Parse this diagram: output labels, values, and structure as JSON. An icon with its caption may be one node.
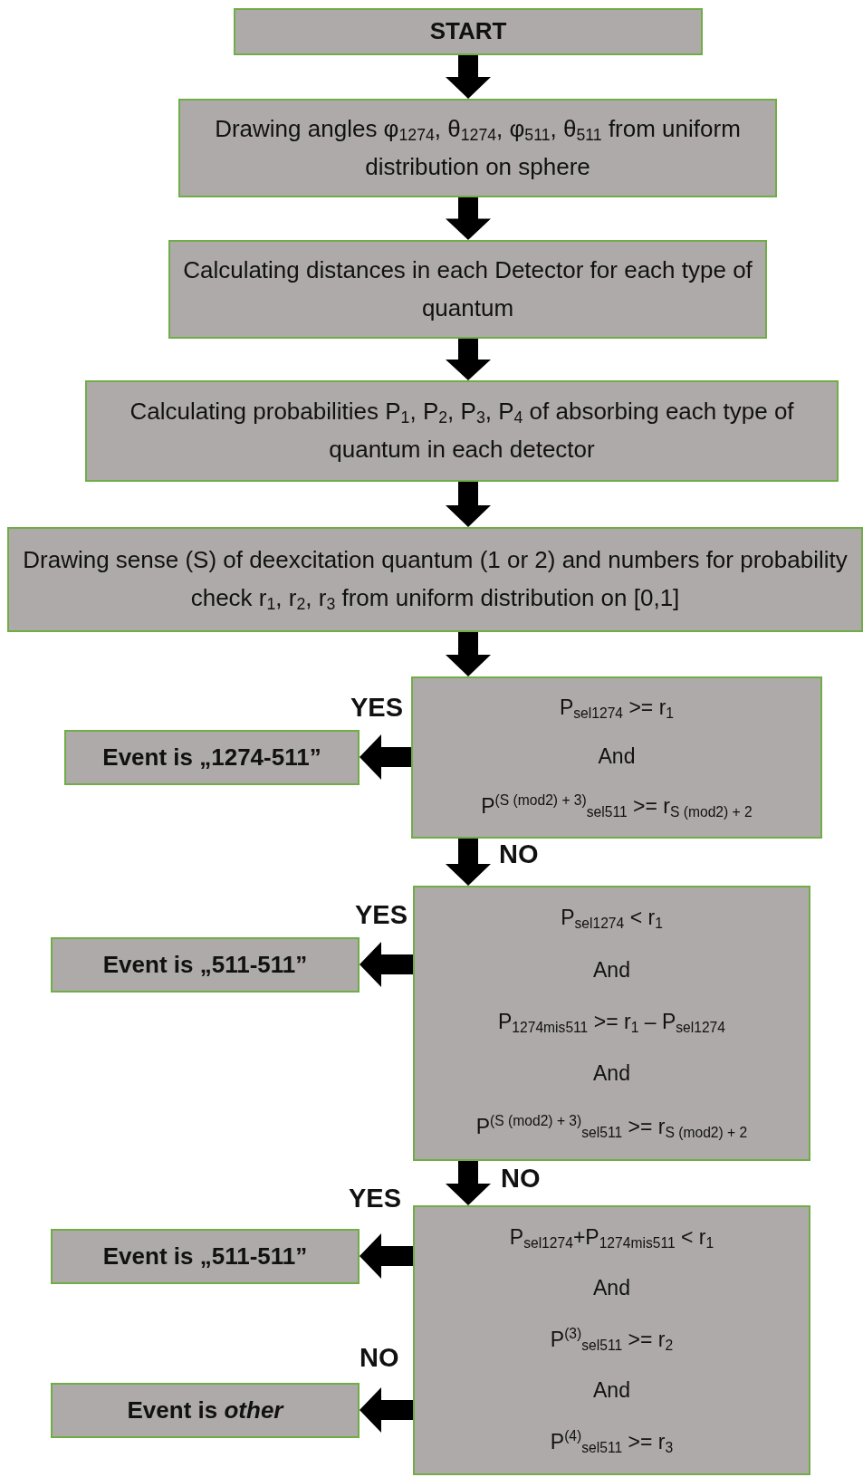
{
  "diagram": {
    "nodes": [
      {
        "text": [
          "START"
        ]
      },
      {
        "text": [
          "Drawing angles φ$_{1274}$, θ$_{1274}$, φ$_{511}$, θ$_{511}$ from uniform distribution on sphere"
        ]
      },
      {
        "text": [
          "Calculating distances in each Detector for each type of quantum"
        ]
      },
      {
        "text": [
          "Calculating probabilities P$_{1}$, P$_{2}$, P$_{3}$, P$_{4}$ of absorbing each type of quantum in each detector"
        ]
      },
      {
        "text": [
          "Drawing sense (S) of deexcitation quantum (1 or 2) and numbers for probability check r$_{1}$, r$_{2}$, r$_{3}$ from uniform distribution on [0,1]"
        ]
      },
      {
        "text": [
          "P$_{sel1274}$ >= r$_{1}$",
          "And",
          "P$^{(S (mod2) + 3)}$$_{sel511}$ >= r$_{S (mod2) + 2}$"
        ]
      },
      {
        "text": [
          "Event is „1274-511”"
        ]
      },
      {
        "text": [
          "P$_{sel1274}$ < r$_{1}$",
          "And",
          "P$_{1274mis511}$ >= r$_{1}$ – P$_{sel1274}$",
          "And",
          "P$^{(S (mod2) + 3)}$$_{sel511}$ >= r$_{S (mod2) + 2}$"
        ]
      },
      {
        "text": [
          "Event is „511-511”"
        ]
      },
      {
        "text": [
          "P$_{sel1274}$+P$_{1274mis511}$ < r$_{1}$",
          "And",
          "P$^{(3)}$$_{sel511}$ >= r$_{2}$",
          "And",
          "P$^{(4)}$$_{sel511}$ >= r$_{3}$"
        ]
      },
      {
        "text": [
          "Event is „511-511”"
        ]
      },
      {
        "text": [
          "Event is *other*"
        ]
      }
    ],
    "edges": [
      {
        "from": 0,
        "to": 1,
        "arrow": "to",
        "style": "thick"
      },
      {
        "from": 1,
        "to": 2,
        "arrow": "to",
        "style": "thick"
      },
      {
        "from": 2,
        "to": 3,
        "arrow": "to",
        "style": "thick"
      },
      {
        "from": 3,
        "to": 4,
        "arrow": "to",
        "style": "thick"
      },
      {
        "from": 4,
        "to": 5,
        "arrow": "to",
        "style": "thick"
      },
      {
        "from": 5,
        "to": 6,
        "arrow": "to",
        "style": "thick",
        "label": "YES"
      },
      {
        "from": 5,
        "to": 7,
        "arrow": "to",
        "style": "thick",
        "label": "NO"
      },
      {
        "from": 7,
        "to": 8,
        "arrow": "to",
        "style": "thick",
        "label": "YES"
      },
      {
        "from": 7,
        "to": 9,
        "arrow": "to",
        "style": "thick",
        "label": "NO"
      },
      {
        "from": 9,
        "to": 10,
        "arrow": "to",
        "style": "thick",
        "label": "YES"
      },
      {
        "from": 9,
        "to": 11,
        "arrow": "to",
        "style": "thick",
        "label": "NO"
      }
    ]
  }
}
